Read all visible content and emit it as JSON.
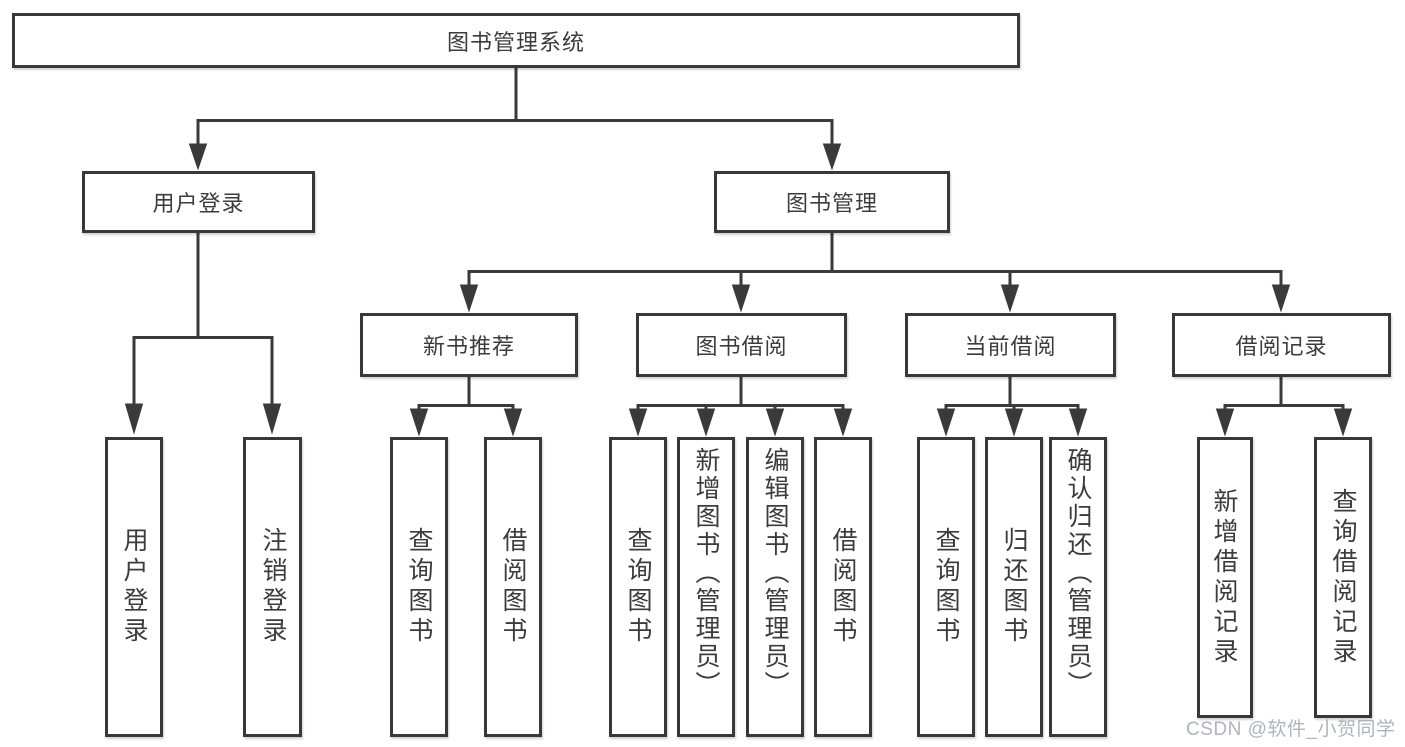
{
  "diagram": {
    "title": "图书管理系统",
    "nodes": {
      "root": {
        "label": "图书管理系统"
      },
      "level2": [
        {
          "label": "用户登录",
          "parent": "图书管理系统"
        },
        {
          "label": "图书管理",
          "parent": "图书管理系统"
        }
      ],
      "level3": [
        {
          "label": "新书推荐",
          "parent": "图书管理"
        },
        {
          "label": "图书借阅",
          "parent": "图书管理"
        },
        {
          "label": "当前借阅",
          "parent": "图书管理"
        },
        {
          "label": "借阅记录",
          "parent": "图书管理"
        }
      ],
      "level4": [
        {
          "label": "用户登录",
          "parent": "用户登录"
        },
        {
          "label": "注销登录",
          "parent": "用户登录"
        },
        {
          "label": "查询图书",
          "parent": "新书推荐"
        },
        {
          "label": "借阅图书",
          "parent": "新书推荐"
        },
        {
          "label": "查询图书",
          "parent": "图书借阅"
        },
        {
          "label": "新增图书（管理员）",
          "parent": "图书借阅"
        },
        {
          "label": "编辑图书（管理员）",
          "parent": "图书借阅"
        },
        {
          "label": "借阅图书",
          "parent": "图书借阅"
        },
        {
          "label": "查询图书",
          "parent": "当前借阅"
        },
        {
          "label": "归还图书",
          "parent": "当前借阅"
        },
        {
          "label": "确认归还（管理员）",
          "parent": "当前借阅"
        },
        {
          "label": "新增借阅记录",
          "parent": "借阅记录"
        },
        {
          "label": "查询借阅记录",
          "parent": "借阅记录"
        }
      ]
    },
    "colors": {
      "line": "#3a3a3a",
      "border": "#383838",
      "text": "#3c3c3c",
      "background": "#ffffff",
      "watermark": "#aab0b8"
    }
  },
  "watermark": {
    "text": "CSDN @软件_小贺同学"
  }
}
